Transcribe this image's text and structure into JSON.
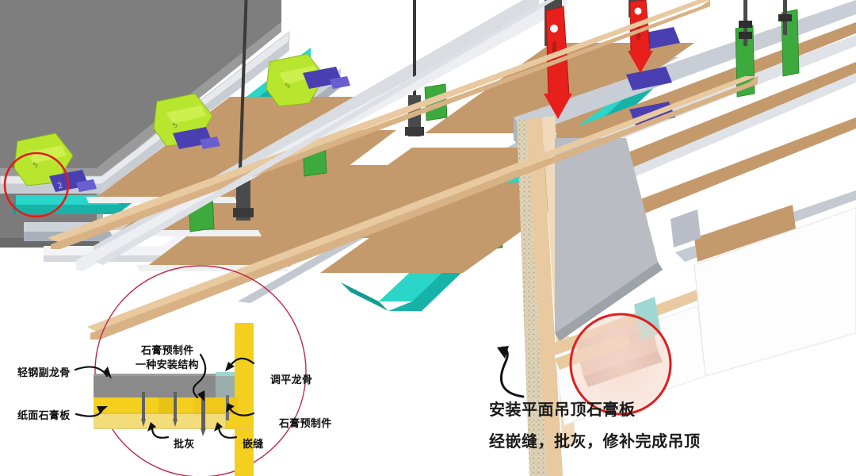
{
  "diagram": {
    "title_caption": {
      "line1": "安装平面吊顶石膏板",
      "line2": "经嵌缝，批灰，修补完成吊顶"
    },
    "detail_callout": {
      "labels": {
        "secondary_keel": "轻钢副龙骨",
        "gypsum_board": "纸面石膏板",
        "prefab_top_1": "石膏预制件",
        "prefab_top_2": "一种安装结构",
        "leveling_keel": "调平龙骨",
        "prefab_right": "石膏预制件",
        "skim_coat": "批灰",
        "joint_seal": "嵌缝"
      }
    },
    "colors": {
      "background": "#ffffff",
      "wall_slab": "#808080",
      "gypsum_panel": "#c49a6c",
      "rail_gray": "#b9bec8",
      "rail_light": "#dfe3e9",
      "clip_yellowgreen": "#b8e62e",
      "clip_green": "#3caa3c",
      "connector_blue": "#4a3fb0",
      "rail_cyan": "#2ad6c8",
      "anchor_red": "#e8201c",
      "trim_tan": "#e8c9a0",
      "hanger_dark": "#4a4a4a",
      "circle_stroke": "#c0294a",
      "detail_keel_gray": "#8a8a8a",
      "detail_gypsum_yellow": "#f5cf1e",
      "detail_gypsum_pale": "#f2dd7a",
      "detail_screw": "#606060",
      "detail_cyan_edge": "#9fd8d2",
      "insulation_speckle": "#ded3b8",
      "highlight_fill": "#f7d9cc"
    }
  }
}
